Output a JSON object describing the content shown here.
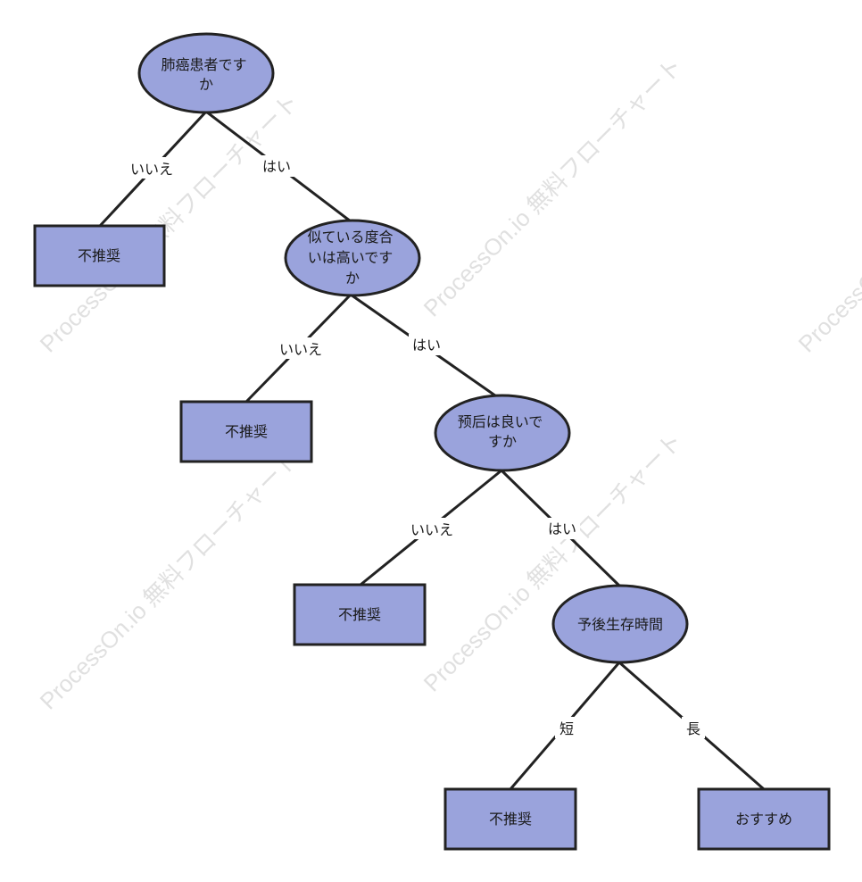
{
  "watermark": "ProcessOn.io 無料フローチャート",
  "colors": {
    "fill": "#9aa3dc",
    "stroke": "#222222",
    "edge": "#222222"
  },
  "nodes": {
    "q1": {
      "lines": [
        "肺癌患者です",
        "か"
      ]
    },
    "q2": {
      "lines": [
        "似ている度合",
        "いは高いです",
        "か"
      ]
    },
    "q3": {
      "lines": [
        "预后は良いで",
        "すか"
      ]
    },
    "q4": {
      "lines": [
        "予後生存時間"
      ]
    },
    "r1": {
      "text": "不推奨"
    },
    "r2": {
      "text": "不推奨"
    },
    "r3": {
      "text": "不推奨"
    },
    "r4": {
      "text": "不推奨"
    },
    "r5": {
      "text": "おすすめ"
    }
  },
  "edges": {
    "e1": "いいえ",
    "e2": "はい",
    "e3": "いいえ",
    "e4": "はい",
    "e5": "いいえ",
    "e6": "はい",
    "e7": "短",
    "e8": "長"
  }
}
